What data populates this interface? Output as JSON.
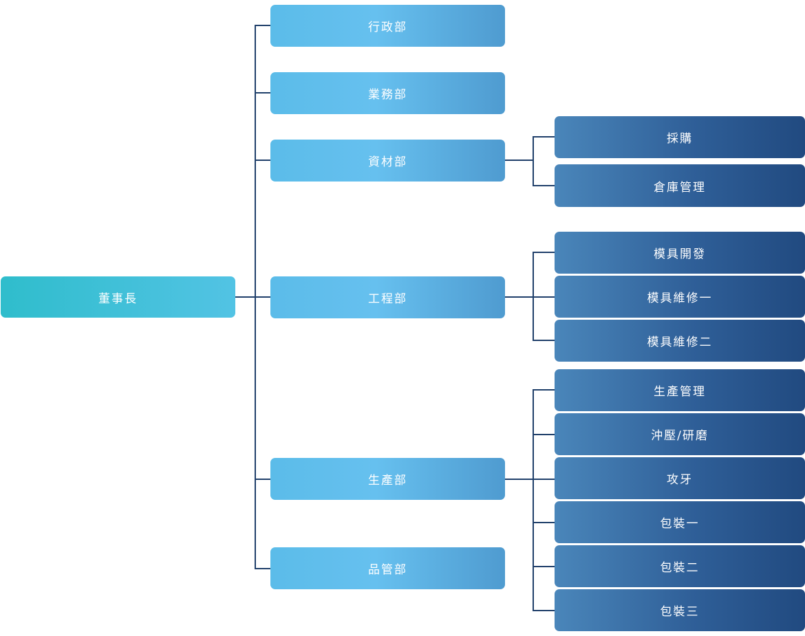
{
  "root": {
    "label": "董事長"
  },
  "departments": [
    {
      "label": "行政部"
    },
    {
      "label": "業務部"
    },
    {
      "label": "資材部"
    },
    {
      "label": "工程部"
    },
    {
      "label": "生產部"
    },
    {
      "label": "品管部"
    }
  ],
  "materials_units": [
    {
      "label": "採購"
    },
    {
      "label": "倉庫管理"
    }
  ],
  "engineering_units": [
    {
      "label": "模具開發"
    },
    {
      "label": "模具維修一"
    },
    {
      "label": "模具維修二"
    }
  ],
  "production_units": [
    {
      "label": "生產管理"
    },
    {
      "label": "沖壓/研磨"
    },
    {
      "label": "攻牙"
    },
    {
      "label": "包裝一"
    },
    {
      "label": "包裝二"
    },
    {
      "label": "包裝三"
    }
  ]
}
